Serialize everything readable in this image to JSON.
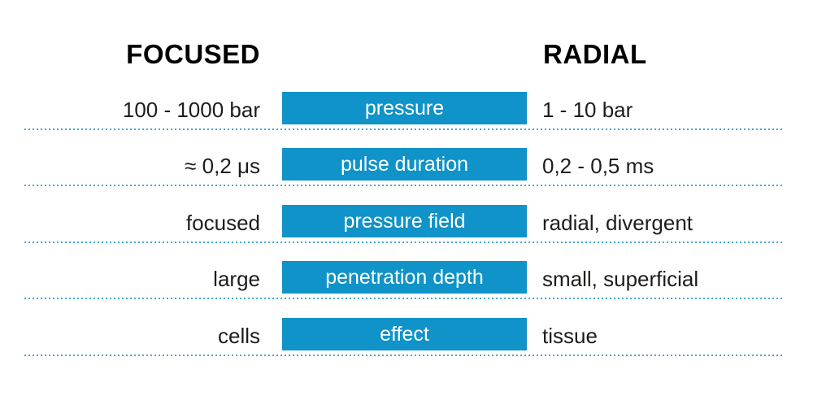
{
  "title": {
    "left": "FOCUSED",
    "right": "RADIAL"
  },
  "rows": [
    {
      "left": "100 - 1000 bar",
      "center": "pressure",
      "right": "1 - 10 bar"
    },
    {
      "left": "≈ 0,2 μs",
      "center": "pulse duration",
      "right": "0,2 - 0,5 ms"
    },
    {
      "left": "focused",
      "center": "pressure field",
      "right": "radial, divergent"
    },
    {
      "left": "large",
      "center": "penetration depth",
      "right": "small, superficial"
    },
    {
      "left": "cells",
      "center": "effect",
      "right": "tissue"
    }
  ],
  "colors": {
    "bar_fill": "#1093c8",
    "bar_text": "#ffffff",
    "dotted_line": "#45a8d5",
    "label_text": "#1d1d1b",
    "header_text": "#000000"
  }
}
